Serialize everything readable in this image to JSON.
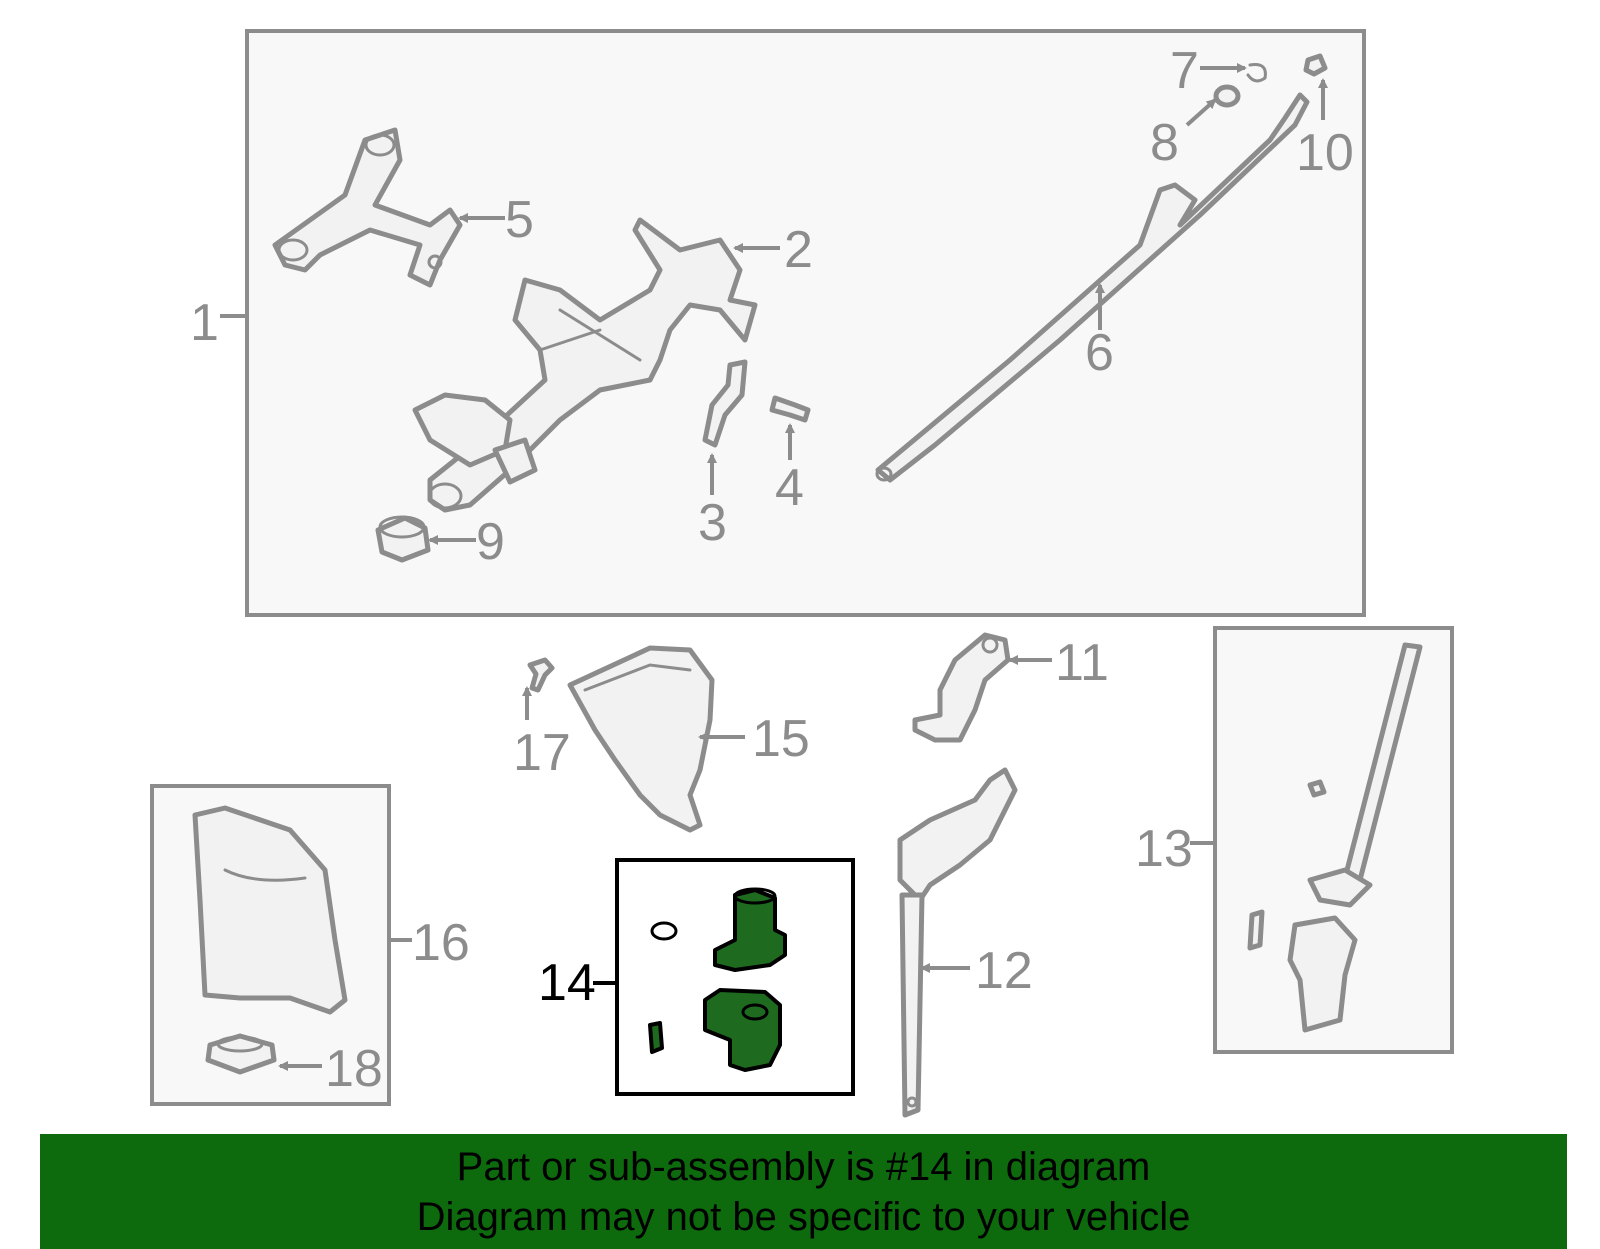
{
  "callouts": {
    "c1": "1",
    "c2": "2",
    "c3": "3",
    "c4": "4",
    "c5": "5",
    "c6": "6",
    "c7": "7",
    "c8": "8",
    "c9": "9",
    "c10": "10",
    "c11": "11",
    "c12": "12",
    "c13": "13",
    "c14": "14",
    "c15": "15",
    "c16": "16",
    "c17": "17",
    "c18": "18"
  },
  "highlight_part": "14",
  "colors": {
    "line_gray": "#8c8c8c",
    "highlight_green": "#1e6a1e",
    "banner_green": "#0d6b0d",
    "text_black": "#000000"
  },
  "banner": {
    "line1": "Part or sub-assembly is #14 in diagram",
    "line2": "Diagram may not be specific to your vehicle"
  }
}
